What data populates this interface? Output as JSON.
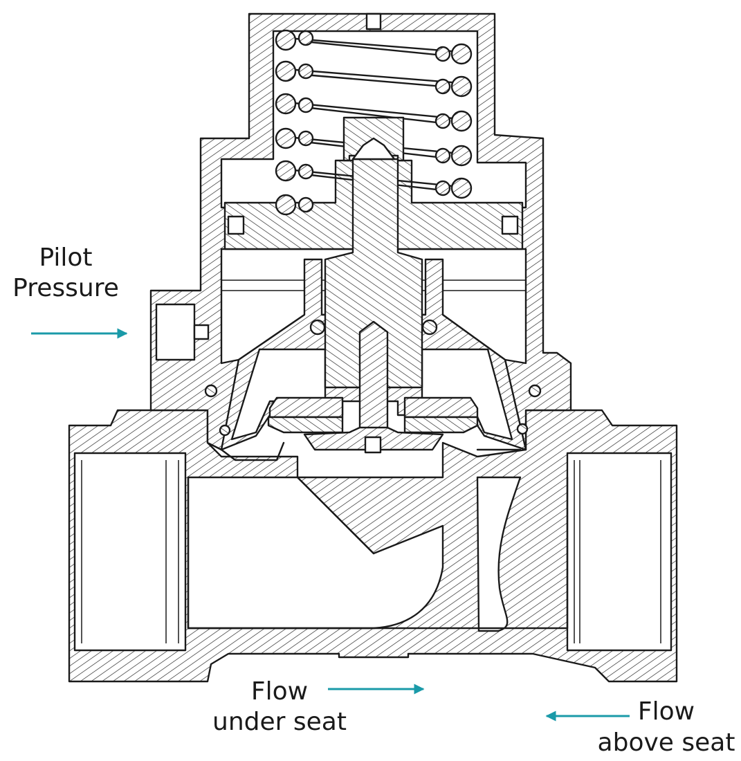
{
  "labels": {
    "pilot_line1": "Pilot",
    "pilot_line2": "Pressure",
    "flow_under_line1": "Flow",
    "flow_under_line2": "under seat",
    "flow_above_line1": "Flow",
    "flow_above_line2": "above seat"
  },
  "colors": {
    "arrow": "#1a9aa8",
    "line": "#1a1a1a"
  },
  "icons": {
    "pilot_arrow": "arrow-right-icon",
    "flow_under_arrow": "arrow-right-icon",
    "flow_above_arrow": "arrow-left-icon"
  }
}
